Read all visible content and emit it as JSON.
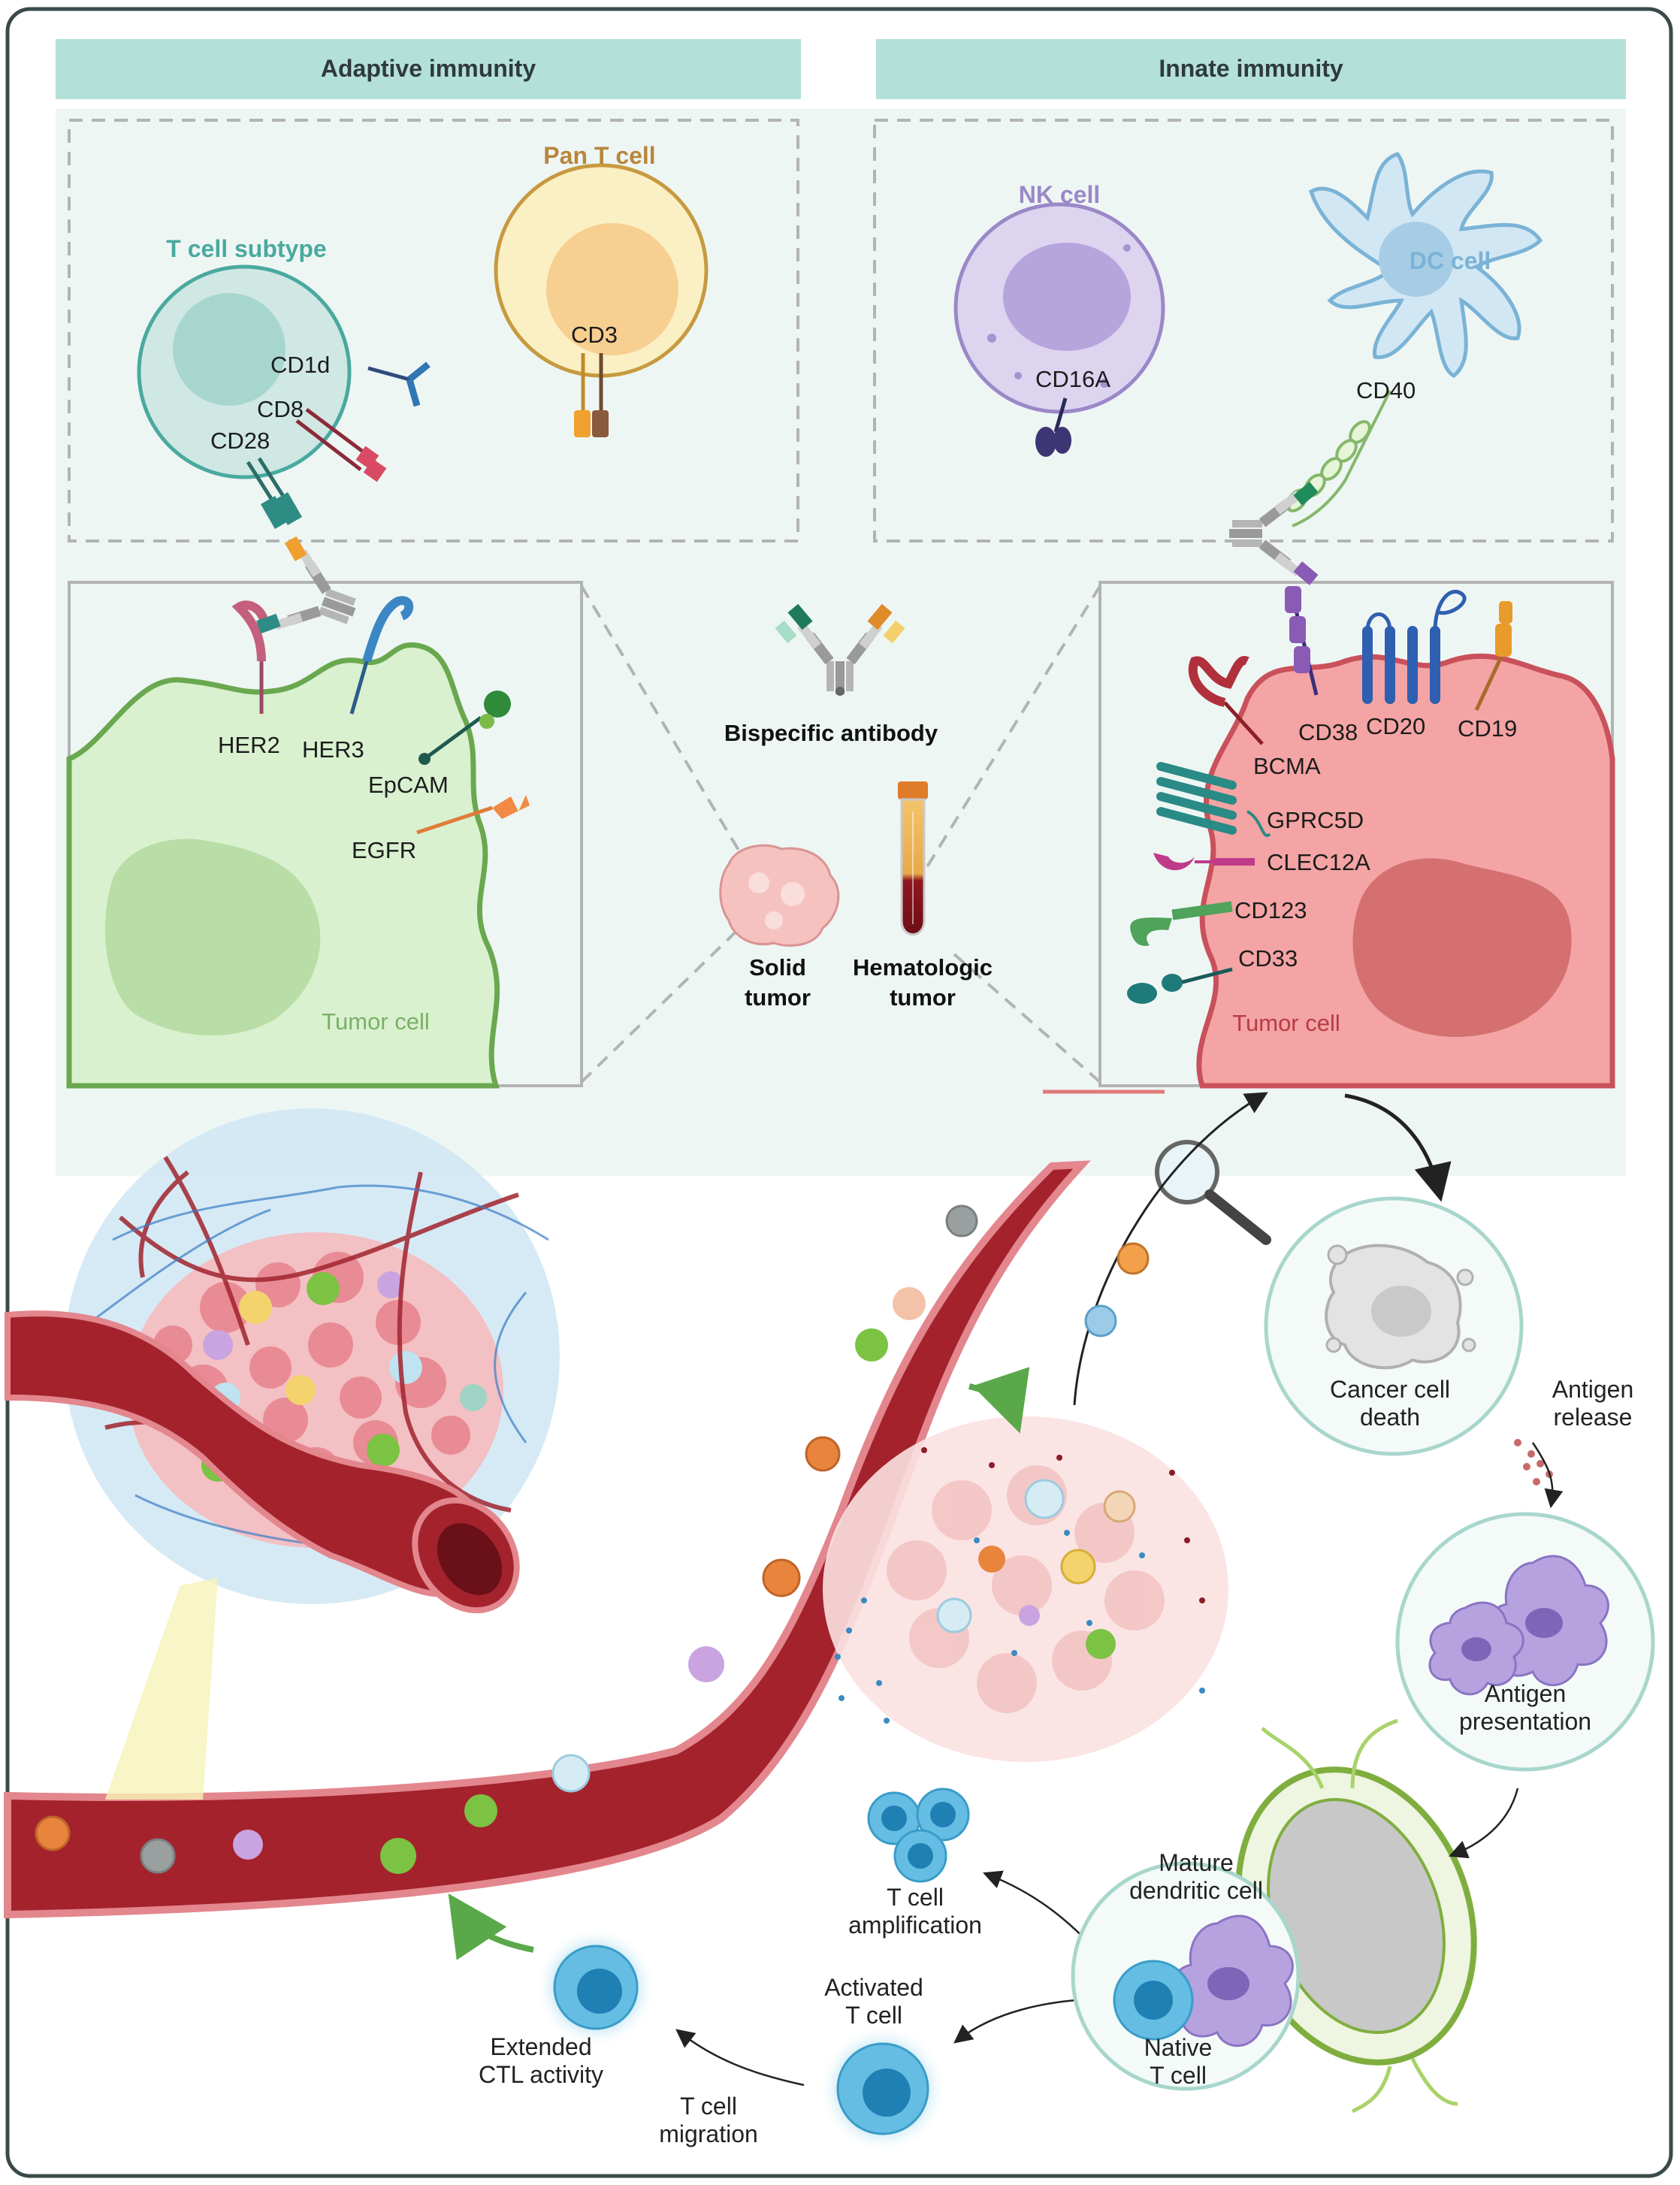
{
  "headers": {
    "adaptive": "Adaptive immunity",
    "innate": "Innate immunity"
  },
  "adaptive_cells": {
    "t_subtype_title": "T cell subtype",
    "pan_t_title": "Pan T cell",
    "markers": [
      "CD1d",
      "CD8",
      "CD28",
      "CD3"
    ]
  },
  "innate_cells": {
    "nk_title": "NK cell",
    "nk_marker": "CD16A",
    "dc_title": "DC cell",
    "dc_marker": "CD40"
  },
  "solid_tumor_panel": {
    "antigens": [
      "HER2",
      "HER3",
      "EpCAM",
      "EGFR"
    ],
    "cell_label": "Tumor cell"
  },
  "heme_tumor_panel": {
    "antigens": [
      "CD38",
      "CD20",
      "CD19",
      "BCMA",
      "GPRC5D",
      "CLEC12A",
      "CD123",
      "CD33"
    ],
    "cell_label": "Tumor cell"
  },
  "center": {
    "bispecific_label": "Bispecific antibody",
    "solid_tumor": [
      "Solid",
      "tumor"
    ],
    "hematologic_tumor": [
      "Hematologic",
      "tumor"
    ]
  },
  "cycle": {
    "cancer_cell_death": [
      "Cancer cell",
      "death"
    ],
    "antigen_release": [
      "Antigen",
      "release"
    ],
    "antigen_presentation": [
      "Antigen",
      "presentation"
    ],
    "mature_dc": [
      "Mature",
      "dendritic cell"
    ],
    "native_t": [
      "Native",
      "T cell"
    ],
    "t_amplification": [
      "T cell",
      "amplification"
    ],
    "activated_t": [
      "Activated",
      "T cell"
    ],
    "t_migration": [
      "T cell",
      "migration"
    ],
    "extended_ctl": [
      "Extended",
      "CTL activity"
    ]
  },
  "colors": {
    "header_bg": "#b4e0da",
    "panel_bg": "#eef6f4",
    "solid_tumor_fill": "#d9f1cf",
    "solid_tumor_edge": "#6aa84f",
    "heme_tumor_fill": "#f4a4a4",
    "heme_tumor_edge": "#c9515b",
    "vessel": "#8e1d24",
    "t_subtype_title": "#4aa99f",
    "pan_t_title": "#b8863b",
    "nk_title": "#9b88c7",
    "dc_title": "#7ab3d6"
  }
}
